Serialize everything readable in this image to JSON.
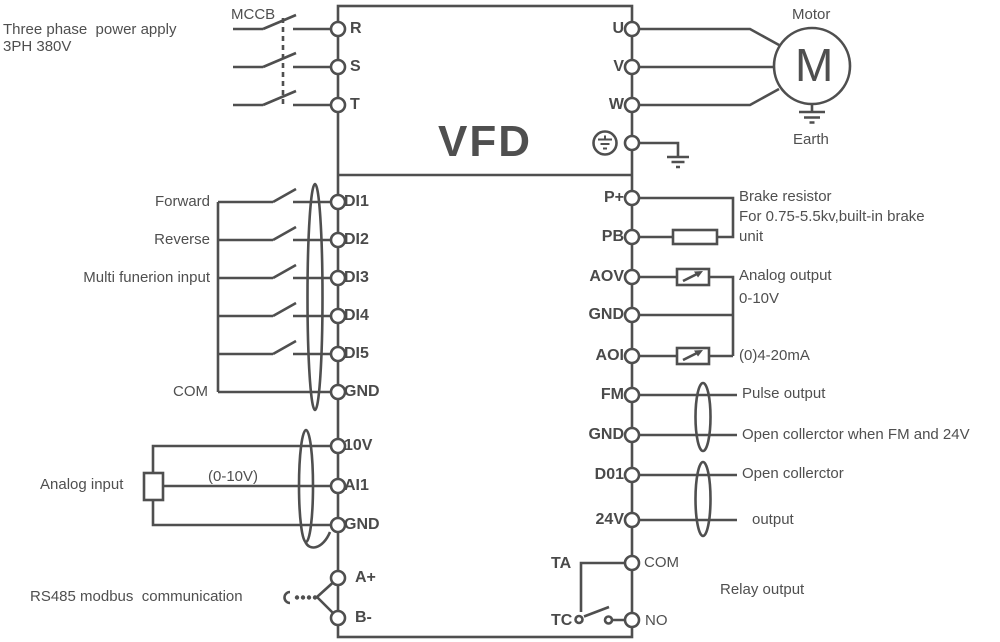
{
  "colors": {
    "line": "#4f4f4f",
    "text": "#4f4f4f",
    "background": "#ffffff"
  },
  "title": "VFD",
  "supply": {
    "line1": "Three phase  power apply",
    "line2": "3PH 380V",
    "breaker": "MCCB"
  },
  "left_terminals": {
    "r": "R",
    "s": "S",
    "t": "T",
    "di1": "DI1",
    "di2": "DI2",
    "di3": "DI3",
    "di4": "DI4",
    "di5": "DI5",
    "gnd1": "GND",
    "v10": "10V",
    "ai1": "AI1",
    "gnd2": "GND",
    "a_plus": "A+",
    "b_minus": "B-"
  },
  "right_terminals": {
    "u": "U",
    "v": "V",
    "w": "W",
    "p_plus": "P+",
    "pb": "PB",
    "aov": "AOV",
    "gnd1": "GND",
    "aoi": "AOI",
    "fm": "FM",
    "gnd2": "GND",
    "d01": "D01",
    "v24": "24V",
    "ta": "TA",
    "tc": "TC"
  },
  "left_annotations": {
    "forward": "Forward",
    "reverse": "Reverse",
    "multi_function": "Multi funerion input",
    "com": "COM",
    "analog_input": "Analog input",
    "analog_range": "(0-10V)",
    "rs485": "RS485 modbus  communication"
  },
  "right_annotations": {
    "motor": "Motor",
    "motor_symbol": "M",
    "earth": "Earth",
    "brake_line1": "Brake resistor",
    "brake_line2": "For 0.75-5.5kv,built-in brake",
    "brake_line3": "unit",
    "analog_output_line1": "Analog output",
    "analog_output_line2": "0-10V",
    "current_range": "(0)4-20mA",
    "pulse_output": "Pulse output",
    "open_collector_line1": "Open collerctor when FM and 24V",
    "open_collector_line2": "Open collerctor",
    "open_collector_line3": "output",
    "relay_com": "COM",
    "relay_no": "NO",
    "relay_output": "Relay output"
  }
}
